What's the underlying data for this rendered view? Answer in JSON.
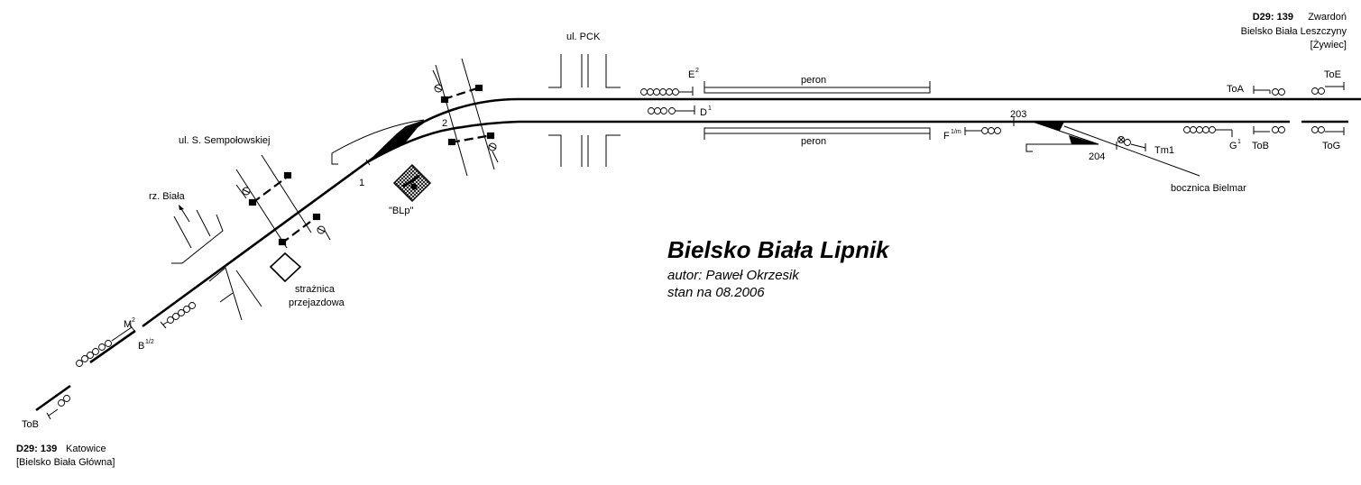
{
  "title": "Bielsko Biała Lipnik",
  "author": "autor: Paweł Okrzesik",
  "date": "stan na 08.2006",
  "route_east": {
    "line": "D29: 139",
    "station": "Zwardoń",
    "next": "Bielsko Biała Leszczyny",
    "note": "[Żywiec]"
  },
  "route_west": {
    "line": "D29: 139",
    "station": "Katowice",
    "note": "[Bielsko Biała Główna]"
  },
  "streets": {
    "pck": "ul. PCK",
    "sempolowskiej": "ul. S. Sempołowskiej",
    "river": "rz. Biała"
  },
  "platforms": {
    "upper": "peron",
    "lower": "peron"
  },
  "buildings": {
    "signal_box": "\"BLp\"",
    "crossing_hut_1": "strażnica",
    "crossing_hut_2": "przejazdowa"
  },
  "siding": "bocznica Bielmar",
  "switches": {
    "sw1": "1",
    "sw2": "2",
    "sw203": "203",
    "sw204": "204"
  },
  "signals": {
    "E": {
      "name": "E",
      "sup": "2"
    },
    "D": {
      "name": "D",
      "sup": "1"
    },
    "F": {
      "name": "F",
      "sup": "1/m"
    },
    "G": {
      "name": "G",
      "sup": "1"
    },
    "M": {
      "name": "M",
      "sup": "2"
    },
    "B": {
      "name": "B",
      "sup": "1/2"
    },
    "Tm1": "Tm1",
    "ToA": "ToA",
    "ToB_east": "ToB",
    "ToE": "ToE",
    "ToG": "ToG",
    "ToB_west": "ToB"
  },
  "colors": {
    "ink": "#000000",
    "background": "#ffffff",
    "signal_fill": "#ffffff",
    "hatch": "#000000"
  }
}
